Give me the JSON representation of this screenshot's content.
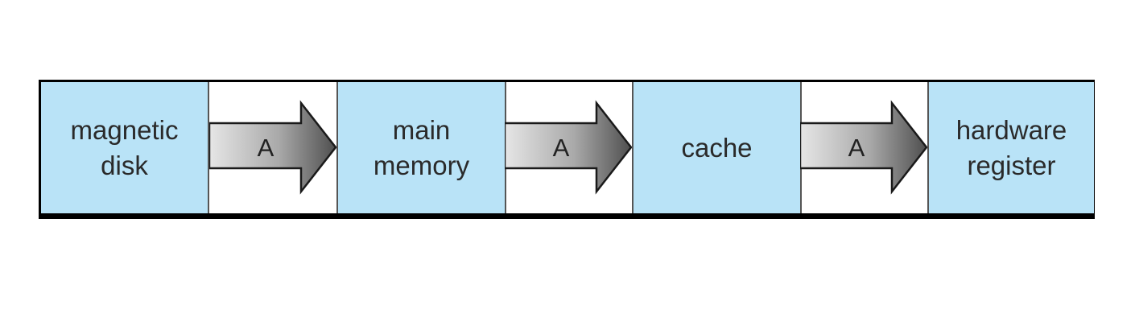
{
  "diagram": {
    "stages": [
      {
        "label": "magnetic\ndisk"
      },
      {
        "label": "main\nmemory"
      },
      {
        "label": "cache"
      },
      {
        "label": "hardware\nregister"
      }
    ],
    "arrows": [
      {
        "label": "A"
      },
      {
        "label": "A"
      },
      {
        "label": "A"
      }
    ],
    "colors": {
      "box_fill": "#b9e3f7",
      "frame": "#000000",
      "arrow_light": "#e4e4e4",
      "arrow_dark": "#555555"
    }
  }
}
